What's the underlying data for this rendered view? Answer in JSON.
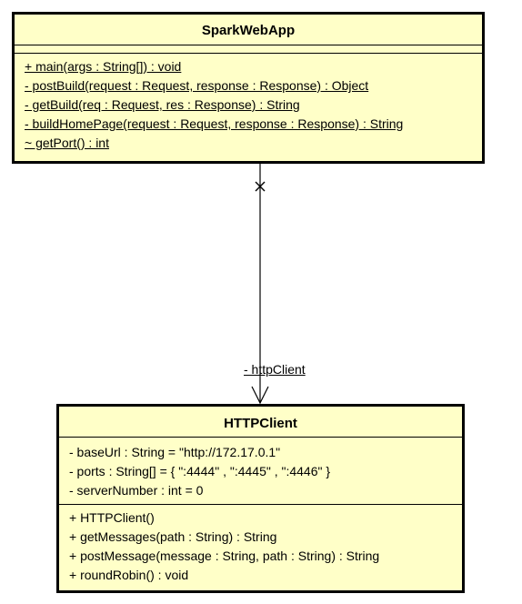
{
  "spark_class": {
    "name": "SparkWebApp",
    "operations": [
      "+ main(args : String[]) : void",
      "- postBuild(request : Request, response : Response) : Object",
      "- getBuild(req : Request, res : Response) : String",
      "- buildHomePage(request : Request, response : Response) : String",
      "~ getPort() : int"
    ]
  },
  "http_class": {
    "name": "HTTPClient",
    "attributes": [
      "- baseUrl : String = \"http://172.17.0.1\"",
      "- ports : String[] = { \":4444\" , \":4445\" , \":4446\" }",
      "- serverNumber : int = 0"
    ],
    "operations": [
      "+ HTTPClient()",
      "+ getMessages(path : String) : String",
      "+ postMessage(message : String, path : String) : String",
      "+ roundRobin() : void"
    ]
  },
  "association": {
    "role": "- httpClient"
  }
}
